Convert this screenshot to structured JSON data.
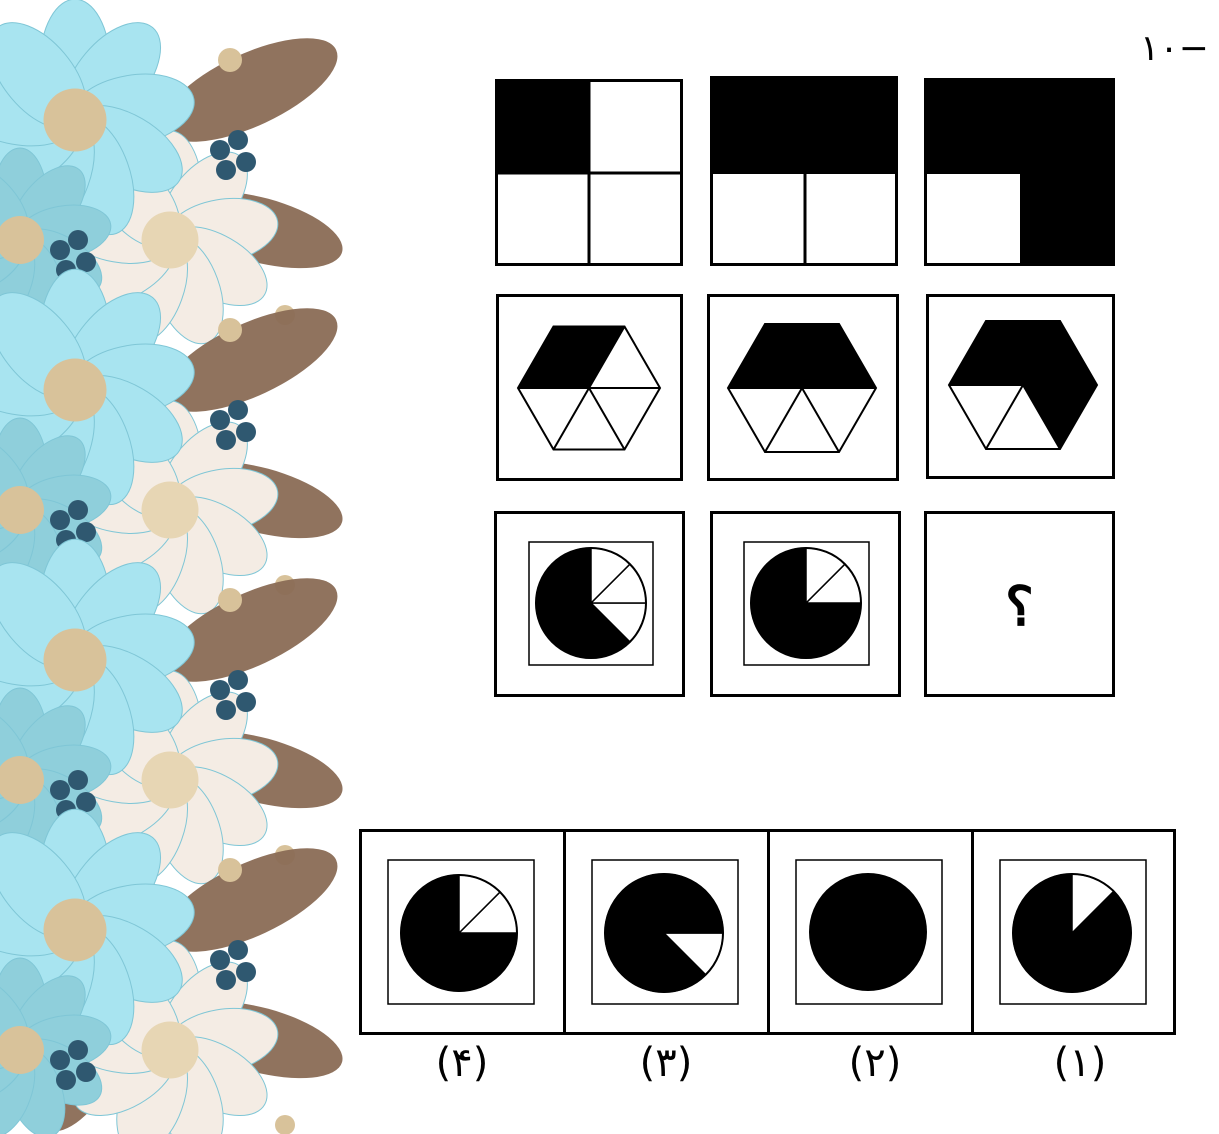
{
  "question_number": "−۱۰",
  "unknown_symbol": "؟",
  "option_labels": [
    "(۴)",
    "(۳)",
    "(۲)",
    "(۱)"
  ],
  "colors": {
    "ink": "#000000",
    "paper": "#ffffff",
    "petal_blue": "#a8e4f0",
    "petal_cream": "#f4ece4",
    "leaf_brown": "#8a6b55",
    "berry": "#2f5870",
    "bud_tan": "#d8c29a"
  }
}
